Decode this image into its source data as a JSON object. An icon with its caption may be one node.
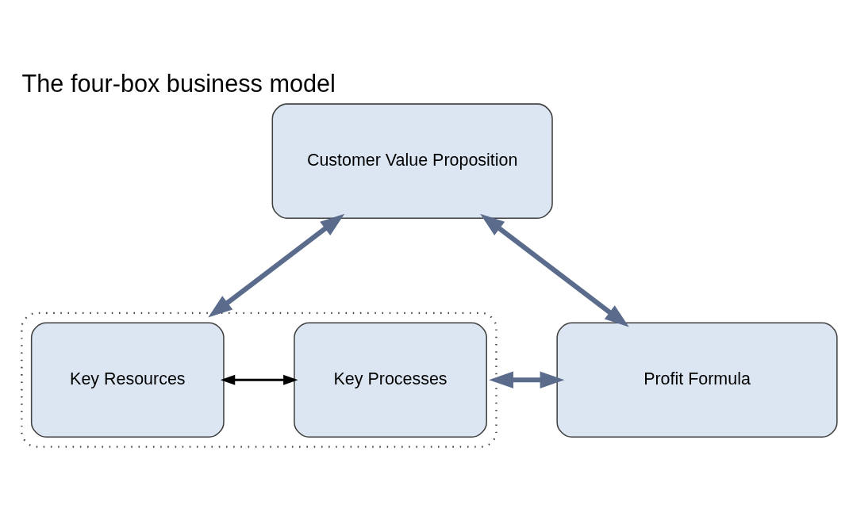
{
  "diagram": {
    "title": "The four-box business model",
    "nodes": [
      {
        "text": [
          "Customer Value Proposition"
        ]
      },
      {
        "text": [],
        "shape": "box"
      },
      {
        "text": [
          "Key Resources"
        ],
        "in": 1
      },
      {
        "text": [
          "Key Processes"
        ],
        "in": 1
      },
      {
        "text": [
          "Profit Formula"
        ]
      }
    ],
    "edges": [
      {
        "from": 0,
        "to": 1,
        "arrow": "both"
      },
      {
        "from": 0,
        "to": 4,
        "arrow": "both"
      },
      {
        "from": 1,
        "to": 4,
        "arrow": "both"
      },
      {
        "from": 2,
        "to": 3,
        "arrow": "both",
        "color": "#000000"
      }
    ]
  }
}
